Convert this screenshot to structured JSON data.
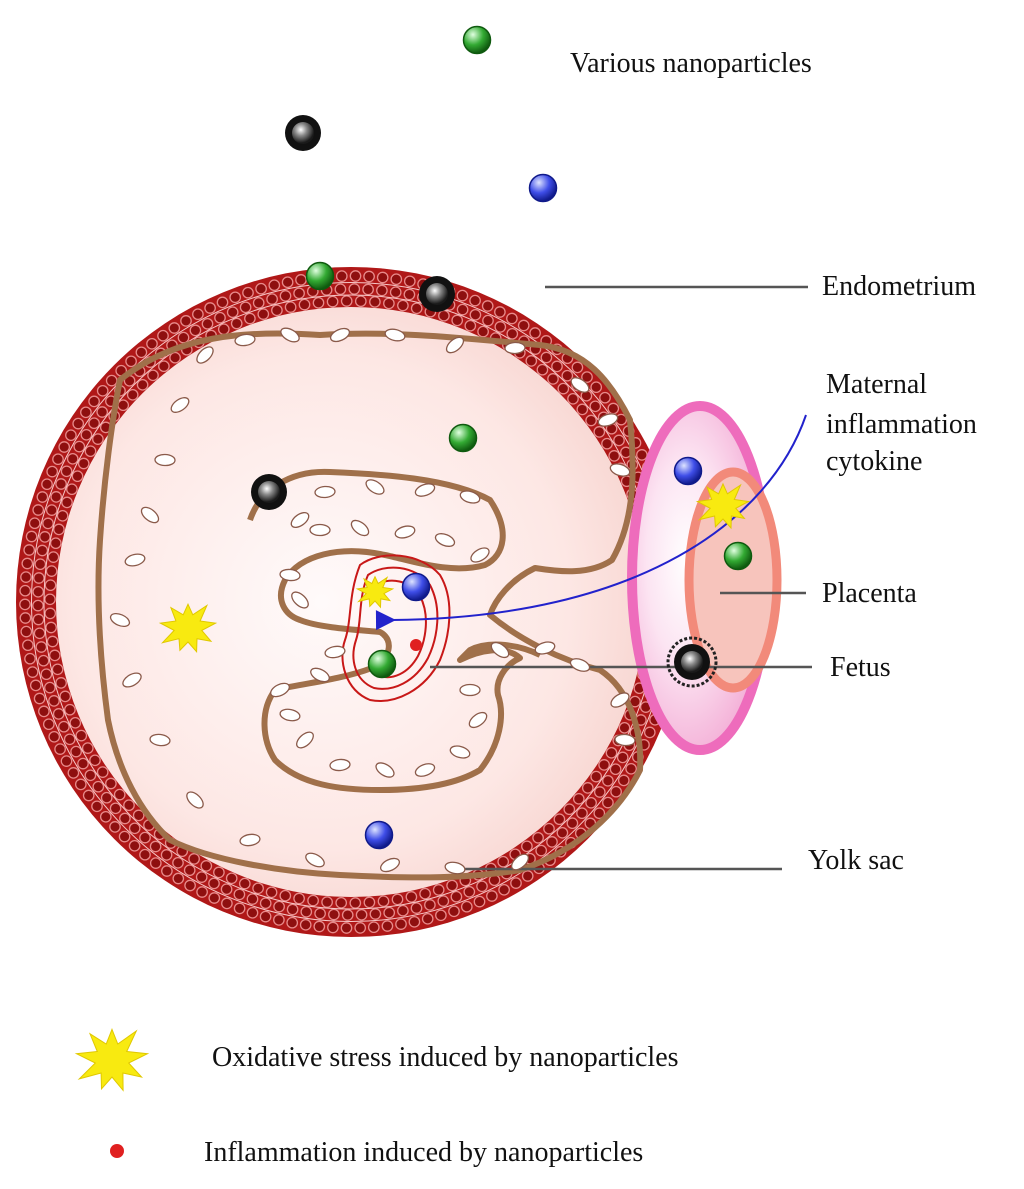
{
  "labels": {
    "nanoparticles": "Various nanoparticles",
    "endometrium": "Endometrium",
    "maternal_line1": "Maternal",
    "maternal_line2": "inflammation",
    "maternal_line3": "cytokine",
    "placenta": "Placenta",
    "fetus": "Fetus",
    "yolk_sac": "Yolk sac"
  },
  "legend": {
    "oxidative": "Oxidative stress induced by nanoparticles",
    "inflammation": "Inflammation induced by nanoparticles"
  },
  "colors": {
    "endometrium_red": "#b01818",
    "tissue_brown": "#a0704a",
    "placenta_pink": "#ee6cbc",
    "arrow_blue": "#2222cc",
    "particle_green": "#2aa02a",
    "particle_blue": "#2a3ad8",
    "particle_black": "#111111",
    "star_yellow": "#f8ea10",
    "inflammation_red": "#e02020"
  }
}
